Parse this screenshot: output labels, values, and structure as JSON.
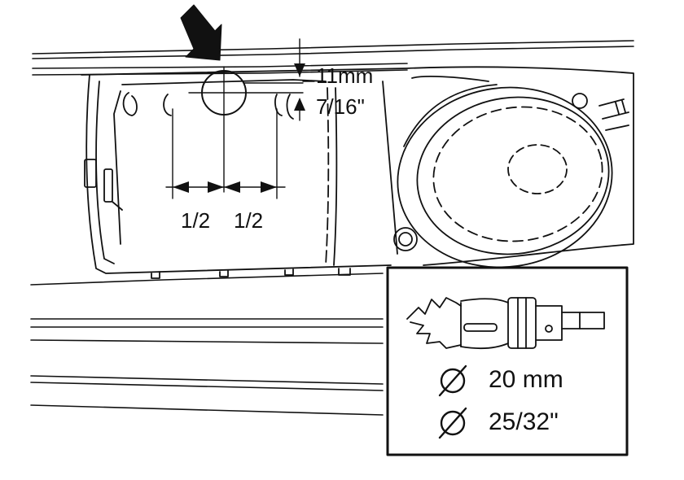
{
  "dimensions": {
    "vertical_offset_mm": "11mm",
    "vertical_offset_in": "7/16\"",
    "spacing_left": "1/2",
    "spacing_right": "1/2"
  },
  "tool_box": {
    "tool_icon": "hole-saw-icon",
    "diameter_symbol_icon": "diameter-symbol-icon",
    "diameter_mm": "20 mm",
    "diameter_in": "25/32\""
  },
  "colors": {
    "line": "#111111",
    "background": "#ffffff"
  }
}
